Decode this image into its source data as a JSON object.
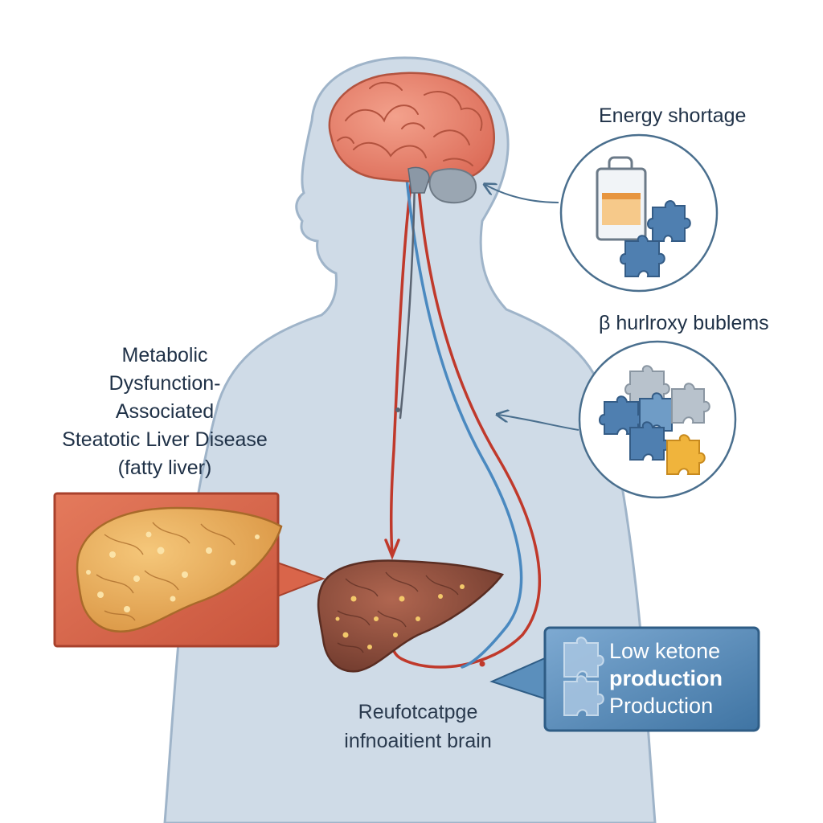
{
  "labels": {
    "mafld": [
      "Metabolic",
      "Dysfunction-",
      "Associated",
      "Steatotic Liver Disease",
      "(fatty liver)"
    ],
    "energy_shortage": "Energy shortage",
    "bhb": "β hurlroxy bublems",
    "bottom": [
      "Reufotcatpge",
      "infnoaitient brain"
    ],
    "callout": [
      "Low ketone",
      "production",
      "Production"
    ]
  },
  "icons": [
    "brain-icon",
    "liver-icon",
    "fatty-liver-icon",
    "fuel-canister-icon",
    "puzzle-piece-icon"
  ],
  "colors": {
    "body": "#c9d6e4",
    "body_outline": "#9fb4c9",
    "artery": "#c0392b",
    "vein": "#4a89c0",
    "brain": "#e9836f",
    "liver": "#8a4a3a",
    "fatty_liver": "#e0a455",
    "fatty_liver_box": "#d9654a",
    "callout_box": "#4f86b4",
    "puzzle_blue": "#4f7fb0",
    "puzzle_gray": "#b8c2cc",
    "puzzle_orange": "#f0b43c"
  }
}
